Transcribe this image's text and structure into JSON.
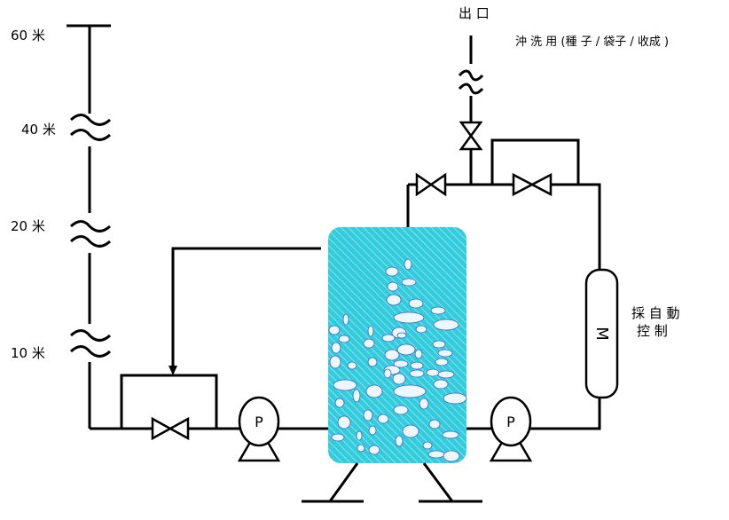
{
  "labels": {
    "outlet": "出 口",
    "flush": "沖 洗 用 (種 子 / 袋子 / 收成 )",
    "auto_control_line1": "採 自 動",
    "auto_control_line2": "控   制",
    "motor": "M",
    "pump_left": "P",
    "pump_right": "P",
    "height_60": "60 米",
    "height_40": "40 米",
    "height_20": "20 米",
    "height_10": "10 米"
  },
  "colors": {
    "line": "#000000",
    "tank_fill": "#33ccdd",
    "tank_hatch": "#9ce6ee",
    "bubble": "#eef6ff"
  }
}
